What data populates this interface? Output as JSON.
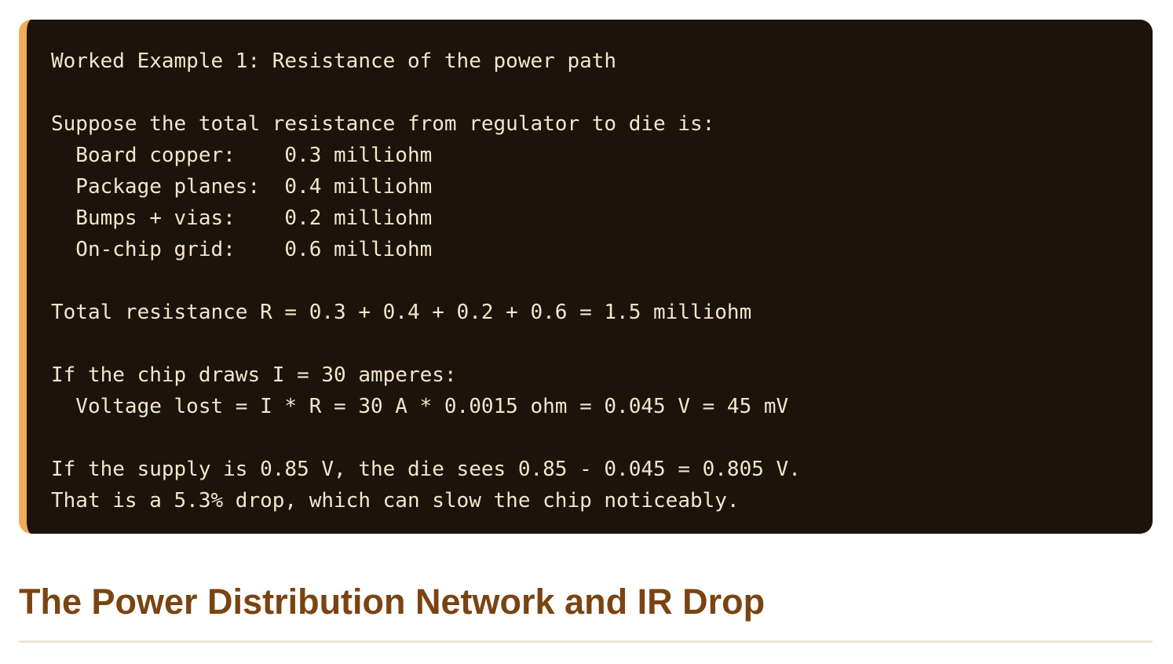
{
  "code_block": {
    "lines": [
      "Worked Example 1: Resistance of the power path",
      "",
      "Suppose the total resistance from regulator to die is:",
      "  Board copper:    0.3 milliohm",
      "  Package planes:  0.4 milliohm",
      "  Bumps + vias:    0.2 milliohm",
      "  On-chip grid:    0.6 milliohm",
      "",
      "Total resistance R = 0.3 + 0.4 + 0.2 + 0.6 = 1.5 milliohm",
      "",
      "If the chip draws I = 30 amperes:",
      "  Voltage lost = I * R = 30 A * 0.0015 ohm = 0.045 V = 45 mV",
      "",
      "If the supply is 0.85 V, the die sees 0.85 - 0.045 = 0.805 V.",
      "That is a 5.3% drop, which can slow the chip noticeably."
    ]
  },
  "section": {
    "title": "The Power Distribution Network and IR Drop"
  },
  "colors": {
    "code_background": "#1c130a",
    "code_accent": "#f0ac58",
    "code_text": "#f3e6cc",
    "heading": "#7a4412",
    "rule": "#efe4d6"
  }
}
